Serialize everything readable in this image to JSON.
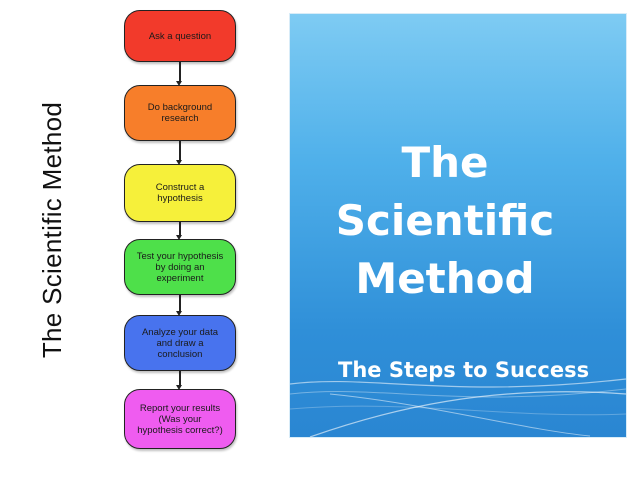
{
  "side_title": "The Scientific Method",
  "slide": {
    "title": "The\nScientific\nMethod",
    "subtitle": "The Steps to Success"
  },
  "steps": [
    {
      "label": "Ask a question",
      "color": "#f23a2b"
    },
    {
      "label": "Do background\nresearch",
      "color": "#f77e2a"
    },
    {
      "label": "Construct a\nhypothesis",
      "color": "#f6f03a"
    },
    {
      "label": "Test your hypothesis\nby doing an\nexperiment",
      "color": "#4ee04a"
    },
    {
      "label": "Analyze your data\nand draw a\nconclusion",
      "color": "#4873ee"
    },
    {
      "label": "Report your results\n(Was your\nhypothesis correct?)",
      "color": "#ef5cf0"
    }
  ]
}
